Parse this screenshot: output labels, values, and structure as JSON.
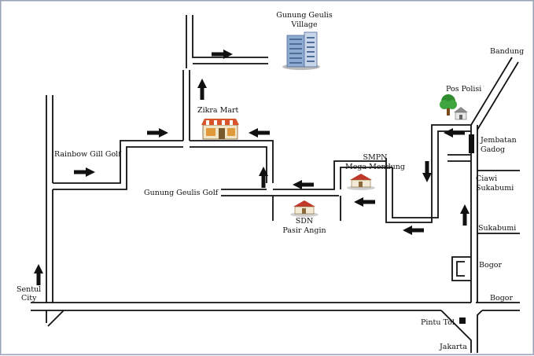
{
  "labels": {
    "gunung_geulis_village_line1": "Gunung Geulis",
    "gunung_geulis_village_line2": "Village",
    "bandung": "Bandung",
    "pos_polisi": "Pos Polisi",
    "zikra_mart": "Zikra Mart",
    "jembatan_line1": "Jembatan",
    "jembatan_line2": "Gadog",
    "rainbow_gill_golf": "Rainbow Gill Golf",
    "smpn_line1": "SMPN",
    "smpn_line2": "Mega Mendung",
    "ciawi_line1": "Ciawi",
    "ciawi_line2": "Sukabumi",
    "gunung_geulis_golf": "Gunung Geulis Golf",
    "sdn_line1": "SDN",
    "sdn_line2": "Pasir Angin",
    "sukabumi": "Sukabumi",
    "bogor_upper": "Bogor",
    "sentul_line1": "Sentul",
    "sentul_line2": "City",
    "bogor_lower": "Bogor",
    "pintu_tol": "Pintu Tol",
    "jakarta": "Jakarta"
  },
  "icons": {
    "building": "apartment-building-icon",
    "shop": "shop-icon",
    "house": "house-icon",
    "tree": "tree-icon",
    "arrow": "direction-arrow-icon",
    "marker": "square-marker-icon"
  },
  "colors": {
    "road": "#111111",
    "frame": "#9aa3b5",
    "roof": "#c0392b",
    "tree": "#2e8b2e",
    "building": "#6f8fb8"
  }
}
